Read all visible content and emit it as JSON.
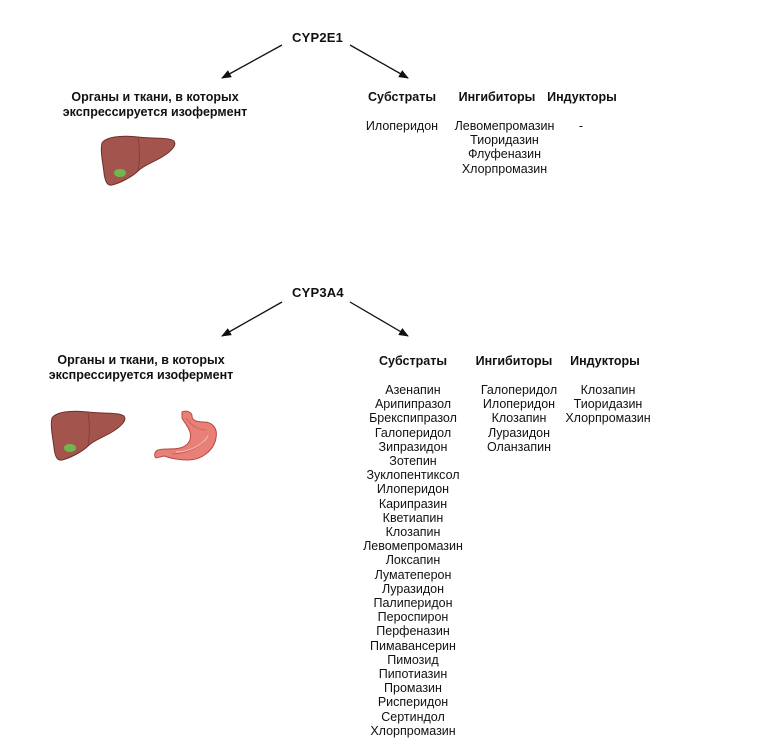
{
  "sections": [
    {
      "enzyme": "CYP2E1",
      "organs_title": "Органы и ткани, в которых экспрессируется изофермент",
      "organs": [
        "liver-icon"
      ],
      "substrates_header": "Субстраты",
      "inhibitors_header": "Ингибиторы",
      "inducers_header": "Индукторы",
      "substrates": [
        "Илоперидон"
      ],
      "inhibitors": [
        "Левомепромазин",
        "Тиоридазин",
        "Флуфеназин",
        "Хлорпромазин"
      ],
      "inducers": [
        "-"
      ]
    },
    {
      "enzyme": "CYP3A4",
      "organs_title": "Органы и ткани, в которых экспрессируется изофермент",
      "organs": [
        "liver-icon",
        "stomach-icon"
      ],
      "substrates_header": "Субстраты",
      "inhibitors_header": "Ингибиторы",
      "inducers_header": "Индукторы",
      "substrates": [
        "Азенапин",
        "Арипипразол",
        "Брекспипразол",
        "Галоперидол",
        "Зипразидон",
        "Зотепин",
        "Зуклопентиксол",
        "Илоперидон",
        "Карипразин",
        "Кветиапин",
        "Клозапин",
        "Левомепромазин",
        "Локсапин",
        "Луматеперон",
        "Луразидон",
        "Палиперидон",
        "Пероспирон",
        "Перфеназин",
        "Пимавансерин",
        "Пимозид",
        "Пипотиазин",
        "Промазин",
        "Рисперидон",
        "Сертиндол",
        "Хлорпромазин"
      ],
      "inhibitors": [
        "Галоперидол",
        "Илоперидон",
        "Клозапин",
        "Луразидон",
        "Оланзапин"
      ],
      "inducers": [
        "Клозапин",
        "Тиоридазин",
        "Хлорпромазин"
      ]
    }
  ],
  "colors": {
    "liver_fill": "#a2544d",
    "liver_stroke": "#6e302b",
    "gallbladder": "#6fb84f",
    "stomach_fill": "#e98078",
    "stomach_stroke": "#b54a45",
    "arrow": "#111111"
  }
}
